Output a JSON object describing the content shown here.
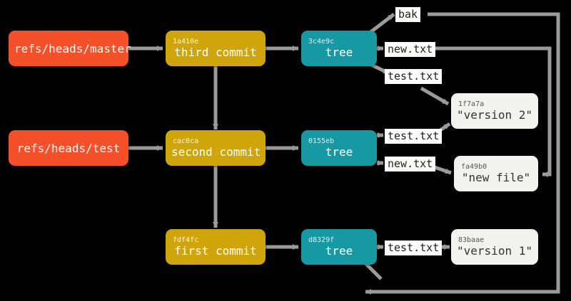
{
  "diagram": {
    "title": "git-object-model",
    "type": "git-object-graph",
    "background": "#000000",
    "colors": {
      "ref": "#f4502a",
      "commit": "#d0a50b",
      "tree": "#1799a4",
      "blob": "#f2f2ee",
      "edge": "#9a9a97",
      "edge_label_bg": "#fcfcfa"
    }
  },
  "refs": [
    {
      "id": "ref-master",
      "label": "refs/heads/master"
    },
    {
      "id": "ref-test",
      "label": "refs/heads/test"
    }
  ],
  "commits": [
    {
      "id": "commit-third",
      "hash": "1a410e",
      "label": "third commit"
    },
    {
      "id": "commit-second",
      "hash": "cac0ca",
      "label": "second commit"
    },
    {
      "id": "commit-first",
      "hash": "fdf4fc",
      "label": "first commit"
    }
  ],
  "trees": [
    {
      "id": "tree-3c4e9c",
      "hash": "3c4e9c",
      "label": "tree"
    },
    {
      "id": "tree-0155eb",
      "hash": "0155eb",
      "label": "tree"
    },
    {
      "id": "tree-d8329f",
      "hash": "d8329f",
      "label": "tree"
    }
  ],
  "blobs": [
    {
      "id": "blob-1f7a7a",
      "hash": "1f7a7a",
      "label": "\"version 2\""
    },
    {
      "id": "blob-fa49b0",
      "hash": "fa49b0",
      "label": "\"new file\""
    },
    {
      "id": "blob-83baae",
      "hash": "83baae",
      "label": "\"version 1\""
    }
  ],
  "edge_labels": [
    {
      "id": "edge-bak",
      "label": "bak"
    },
    {
      "id": "edge-new-top",
      "label": "new.txt"
    },
    {
      "id": "edge-test-top",
      "label": "test.txt"
    },
    {
      "id": "edge-test-mid",
      "label": "test.txt"
    },
    {
      "id": "edge-new-mid",
      "label": "new.txt"
    },
    {
      "id": "edge-test-bottom",
      "label": "test.txt"
    }
  ]
}
